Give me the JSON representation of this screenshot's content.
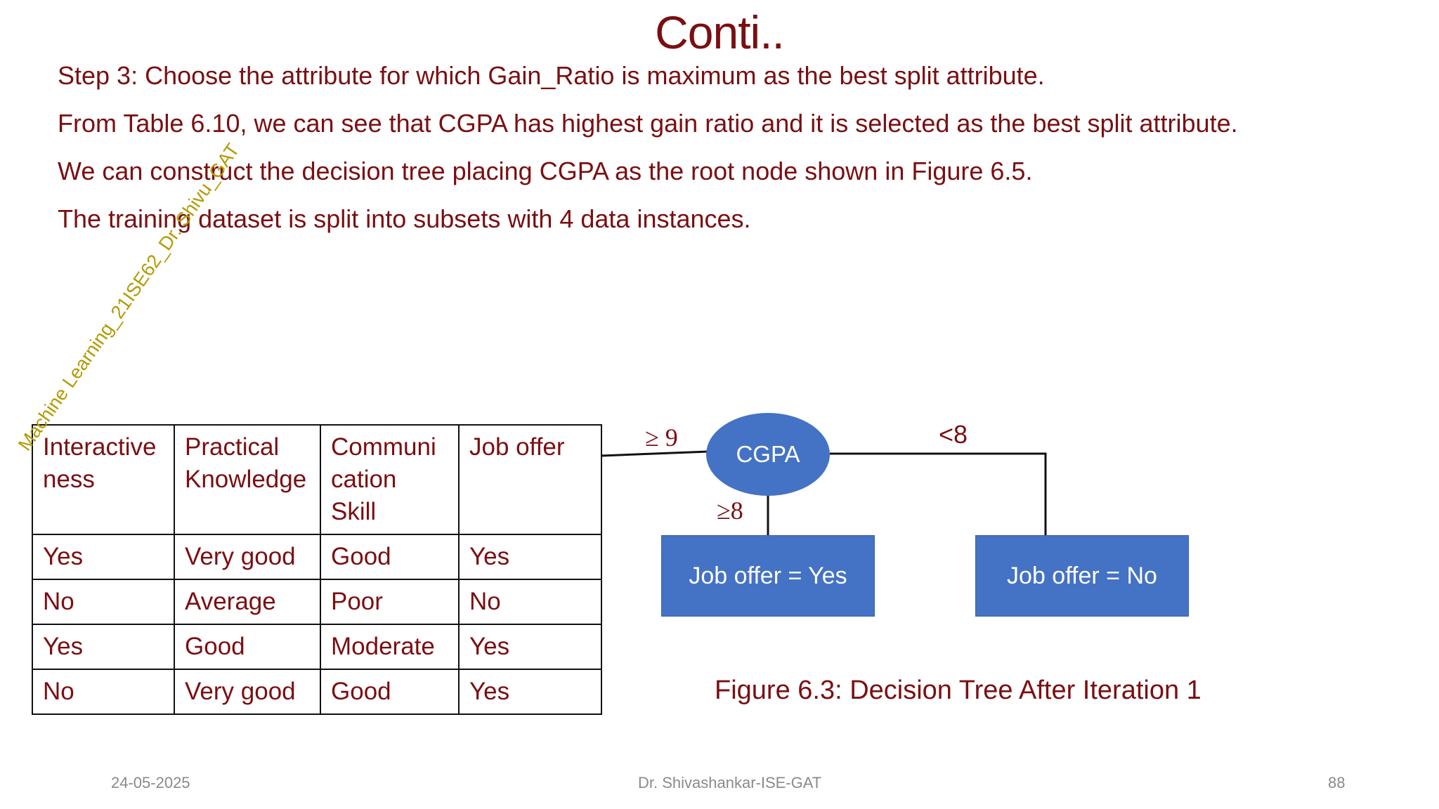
{
  "slide": {
    "title": "Conti..",
    "bullets": [
      "Step 3: Choose the attribute for which Gain_Ratio is maximum as the best split attribute.",
      "From Table 6.10, we can see that CGPA has highest gain ratio and it is selected as the best split  attribute.",
      "We can construct the decision tree placing CGPA as the root node shown in Figure 6.5.",
      "The training dataset is split into subsets with 4 data instances."
    ]
  },
  "table": {
    "headers": [
      "Interactive\nness",
      "Practical Knowledge",
      "Communi\ncation\nSkill",
      "Job offer"
    ],
    "rows": [
      [
        "Yes",
        "Very good",
        "Good",
        "Yes"
      ],
      [
        "No",
        "Average",
        "Poor",
        "No"
      ],
      [
        "Yes",
        "Good",
        "Moderate",
        "Yes"
      ],
      [
        "No",
        "Very good",
        "Good",
        "Yes"
      ]
    ]
  },
  "tree": {
    "root": "CGPA",
    "edge_labels": {
      "left": "≥ 9",
      "middle": "≥8",
      "right": "<8"
    },
    "leaf_yes": "Job offer = Yes",
    "leaf_no": "Job offer = No",
    "caption": "Figure 6.3: Decision Tree After Iteration 1",
    "node_color": "#4472c4"
  },
  "watermark": "Machine Learning_21ISE62_Dr. Shivu_GAT",
  "footer": {
    "date": "24-05-2025",
    "author": "Dr. Shivashankar-ISE-GAT",
    "page": "88"
  }
}
